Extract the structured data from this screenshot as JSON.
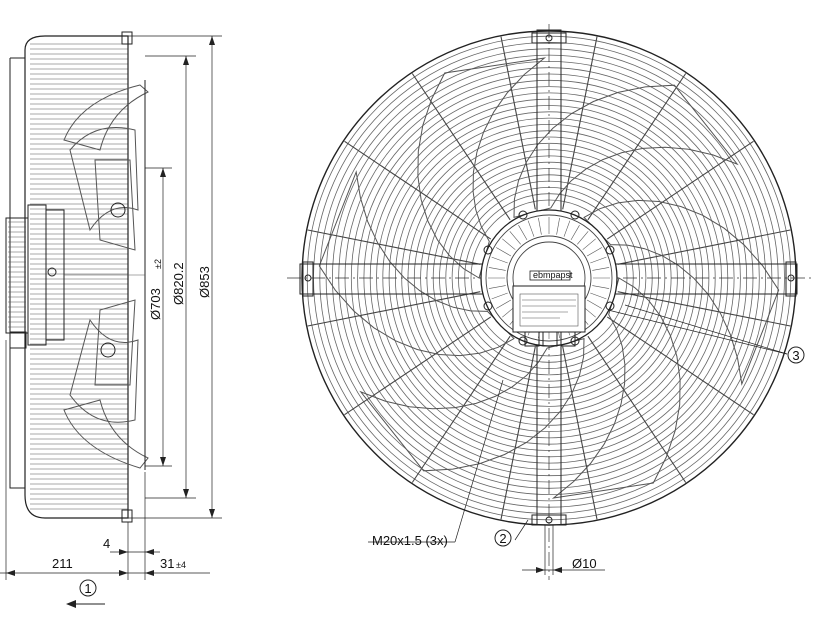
{
  "side_view": {
    "dims": {
      "d703": "Ø703",
      "d703_tol": "±2",
      "d820": "Ø820.2",
      "d853": "Ø853",
      "len211": "211",
      "len4": "4",
      "len31": "31",
      "len31_tol": "±4"
    },
    "callout_1": "1"
  },
  "front_view": {
    "callout_2": "2",
    "callout_3": "3",
    "cable_gland": "M20x1.5 (3x)",
    "hole_dia": "Ø10",
    "label_brand": "ebmpapst"
  },
  "colors": {
    "line": "#222222",
    "paper": "#ffffff"
  }
}
